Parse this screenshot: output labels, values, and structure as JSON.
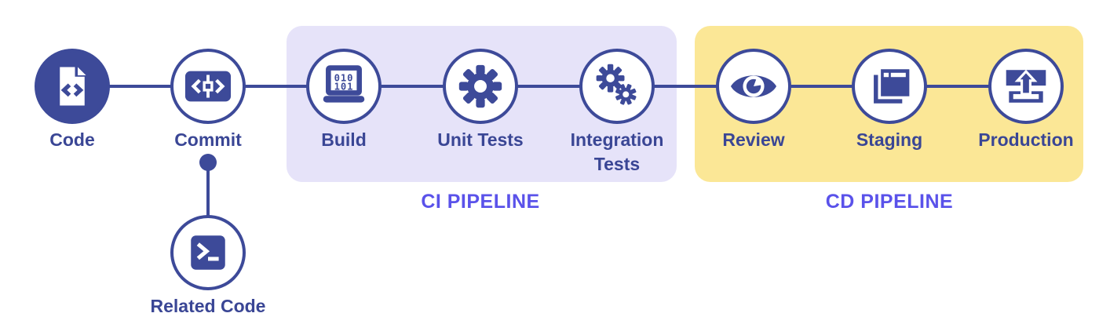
{
  "colors": {
    "primary_blue": "#3D4A99",
    "accent_purple": "#5A52EA",
    "ci_group_bg": "#E6E3F9",
    "cd_group_bg": "#FBE796"
  },
  "pipeline": {
    "nodes": [
      {
        "label": "Code",
        "icon": "code-file-icon"
      },
      {
        "label": "Commit",
        "icon": "git-commit-icon"
      },
      {
        "label": "Build",
        "icon": "build-laptop-icon"
      },
      {
        "label": "Unit Tests",
        "icon": "gear-icon"
      },
      {
        "label": "Integration Tests",
        "icon": "double-gear-icon"
      },
      {
        "label": "Review",
        "icon": "eye-icon"
      },
      {
        "label": "Staging",
        "icon": "stacked-windows-icon"
      },
      {
        "label": "Production",
        "icon": "deploy-upload-icon"
      }
    ],
    "branch": {
      "label": "Related Code",
      "icon": "terminal-icon"
    },
    "groups": [
      {
        "label": "CI PIPELINE"
      },
      {
        "label": "CD PIPELINE"
      }
    ]
  }
}
